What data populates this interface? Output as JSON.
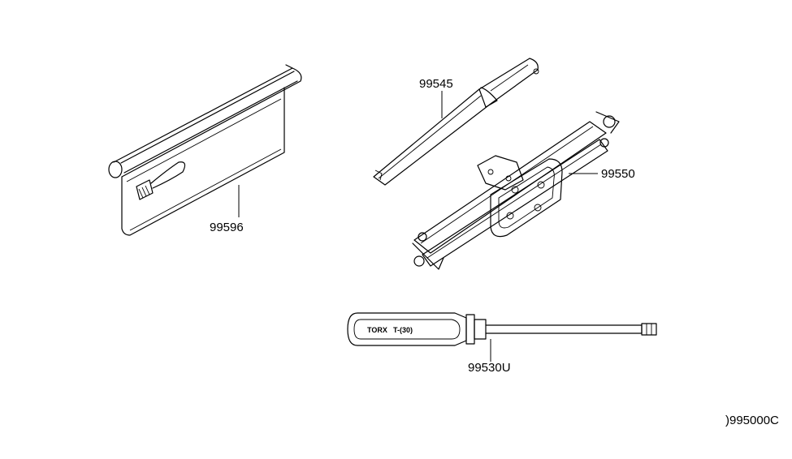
{
  "parts": [
    {
      "id": "99596",
      "label": "99596",
      "icon": "tool-bag-icon"
    },
    {
      "id": "99545",
      "label": "99545",
      "icon": "jack-handle-icon"
    },
    {
      "id": "99550",
      "label": "99550",
      "icon": "scissor-jack-icon"
    },
    {
      "id": "99530U",
      "label": "99530U",
      "icon": "screwdriver-icon"
    }
  ],
  "screwdriver_text": {
    "brand": "TORX",
    "size": "T-(30)"
  },
  "diagram_code": ")995000C"
}
